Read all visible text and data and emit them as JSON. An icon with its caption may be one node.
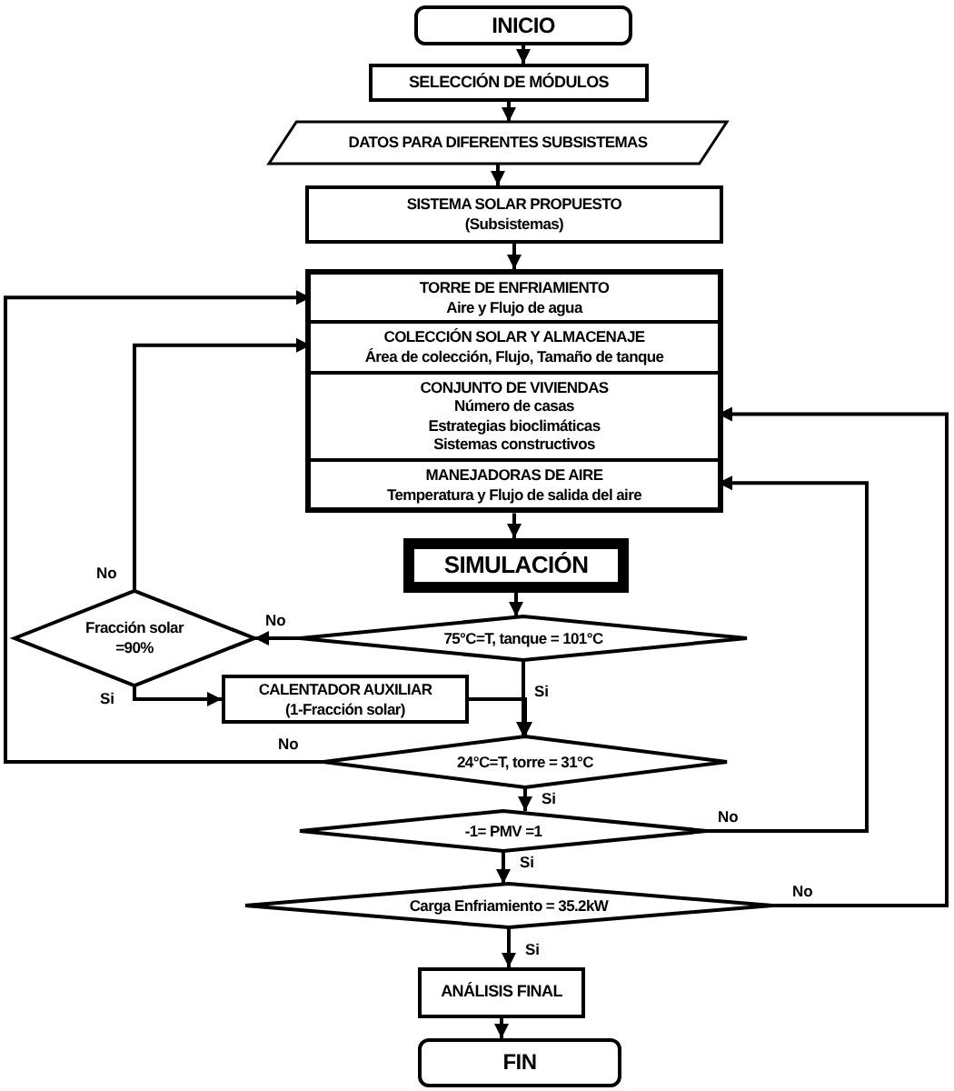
{
  "diagram": {
    "nodes": [
      {
        "text": [
          "INICIO"
        ]
      },
      {
        "text": [
          "SELECCIÓN DE MÓDULOS"
        ]
      },
      {
        "text": [
          "DATOS PARA DIFERENTES SUBSISTEMAS"
        ]
      },
      {
        "text": [
          "SISTEMA SOLAR PROPUESTO",
          "(Subsistemas)"
        ]
      },
      {
        "text": [],
        "shape": "box"
      },
      {
        "text": [
          "TORRE DE ENFRIAMIENTO",
          "Aire y Flujo de agua"
        ],
        "in": 4
      },
      {
        "text": [
          "COLECCIÓN SOLAR Y ALMACENAJE",
          "Área de colección, Flujo, Tamaño de tanque"
        ],
        "in": 4
      },
      {
        "text": [
          "CONJUNTO DE VIVIENDAS",
          "Número de casas",
          "Estrategias bioclimáticas",
          "Sistemas constructivos"
        ],
        "in": 4
      },
      {
        "text": [
          "MANEJADORAS DE AIRE",
          "Temperatura y Flujo de salida del aire"
        ],
        "in": 4
      },
      {
        "text": [
          "SIMULACIÓN"
        ]
      },
      {
        "text": [
          "75°C=T, tanque = 101°C"
        ]
      },
      {
        "text": [
          "Fracción solar =90%"
        ]
      },
      {
        "text": [
          "CALENTADOR AUXILIAR",
          "(1-Fracción solar)"
        ]
      },
      {
        "text": [
          "24°C=T, torre = 31°C"
        ]
      },
      {
        "text": [
          "-1= PMV =1"
        ]
      },
      {
        "text": [
          "Carga Enfriamiento = 35.2kW"
        ]
      },
      {
        "text": [
          "ANÁLISIS FINAL"
        ]
      },
      {
        "text": [
          "FIN"
        ]
      }
    ],
    "edges": [
      {
        "from": 0,
        "to": 1,
        "arrow": "to"
      },
      {
        "from": 1,
        "to": 2,
        "arrow": "to"
      },
      {
        "from": 2,
        "to": 3,
        "arrow": "to"
      },
      {
        "from": 3,
        "to": 4,
        "arrow": "to"
      },
      {
        "from": 4,
        "to": 9,
        "arrow": "to"
      },
      {
        "from": 9,
        "to": 10,
        "arrow": "to"
      },
      {
        "from": 10,
        "to": 11,
        "arrow": "to",
        "label": "No"
      },
      {
        "from": 11,
        "to": 6,
        "arrow": "to",
        "label": "No"
      },
      {
        "from": 11,
        "to": 12,
        "arrow": "to",
        "label": "Si"
      },
      {
        "from": 12,
        "to": 13,
        "arrow": "to"
      },
      {
        "from": 10,
        "to": 13,
        "arrow": "to",
        "label": "Si"
      },
      {
        "from": 13,
        "to": 5,
        "arrow": "to",
        "label": "No"
      },
      {
        "from": 13,
        "to": 14,
        "arrow": "to",
        "label": "Si"
      },
      {
        "from": 14,
        "to": 8,
        "arrow": "to",
        "label": "No"
      },
      {
        "from": 14,
        "to": 15,
        "arrow": "to",
        "label": "Si"
      },
      {
        "from": 15,
        "to": 7,
        "arrow": "to",
        "label": "No"
      },
      {
        "from": 15,
        "to": 16,
        "arrow": "to",
        "label": "Si"
      },
      {
        "from": 16,
        "to": 17,
        "arrow": "to"
      }
    ]
  }
}
